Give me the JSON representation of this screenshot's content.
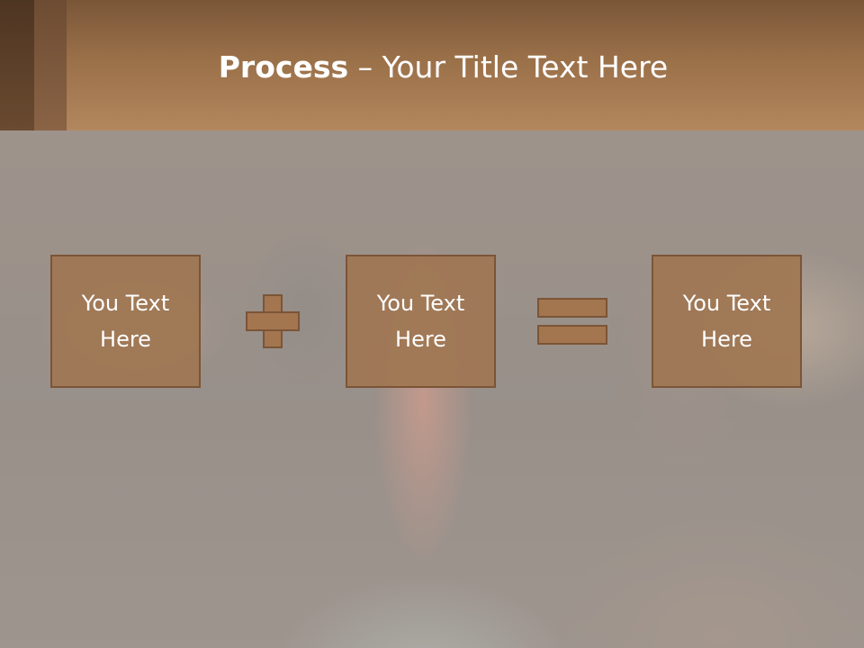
{
  "slide": {
    "title_bold": "Process",
    "title_rest": " – Your Title Text Here",
    "boxes": [
      {
        "line1": "You Text",
        "line2": "Here"
      },
      {
        "line1": "You Text",
        "line2": "Here"
      },
      {
        "line1": "You Text",
        "line2": "Here"
      }
    ],
    "operators": [
      "plus-icon",
      "equals-icon"
    ]
  },
  "colors": {
    "header": "#9a7049",
    "box_fill": "#a07652",
    "box_border": "#7b5537",
    "text": "#ffffff"
  }
}
